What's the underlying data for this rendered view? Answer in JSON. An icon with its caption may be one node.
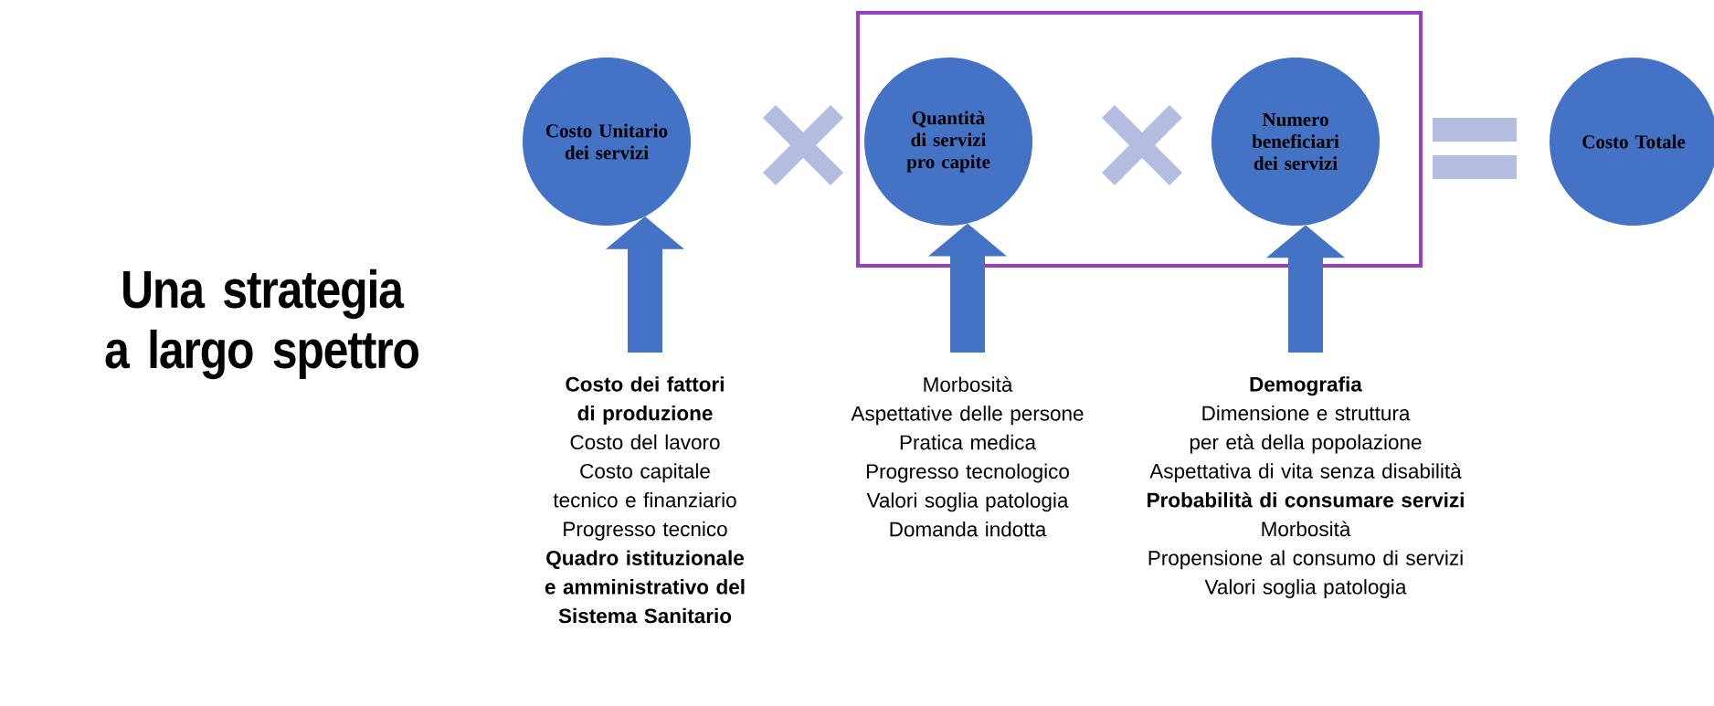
{
  "diagram": {
    "title": "Una strategia a largo spettro",
    "nodes": [
      {
        "text": [
          "Costo Unitario dei servizi"
        ]
      },
      {
        "text": [],
        "shape": "cross"
      },
      {
        "text": [],
        "shape": "box"
      },
      {
        "text": [
          "Quantità di servizi pro capite"
        ],
        "in": 2
      },
      {
        "text": [],
        "shape": "cross",
        "in": 2
      },
      {
        "text": [
          "Numero beneficiari dei servizi"
        ],
        "in": 2
      },
      {
        "text": [],
        "shape": "equals"
      },
      {
        "text": [
          "Costo Totale"
        ]
      },
      {
        "text": [
          "**Costo dei fattori di produzione**",
          "Costo del lavoro",
          "Costo capitale tecnico e finanziario",
          "Progresso tecnico",
          "**Quadro istituzionale e amministrativo del Sistema Sanitario**"
        ]
      },
      {
        "text": [
          "Morbosità",
          "Aspettative delle persone",
          "Pratica medica",
          "Progresso tecnologico",
          "Valori soglia patologia",
          "Domanda indotta"
        ]
      },
      {
        "text": [
          "**Demografia**",
          "Dimensione e struttura per età della popolazione",
          "Aspettativa di vita senza disabilità",
          "**Probabilità di consumare servizi**",
          "Morbosità",
          "Propensione al consumo di servizi",
          "Valori soglia patologia"
        ]
      }
    ],
    "edges": [
      {
        "from": 8,
        "to": 0,
        "arrow": "to"
      },
      {
        "from": 9,
        "to": 3,
        "arrow": "to"
      },
      {
        "from": 10,
        "to": 5,
        "arrow": "to"
      }
    ]
  }
}
